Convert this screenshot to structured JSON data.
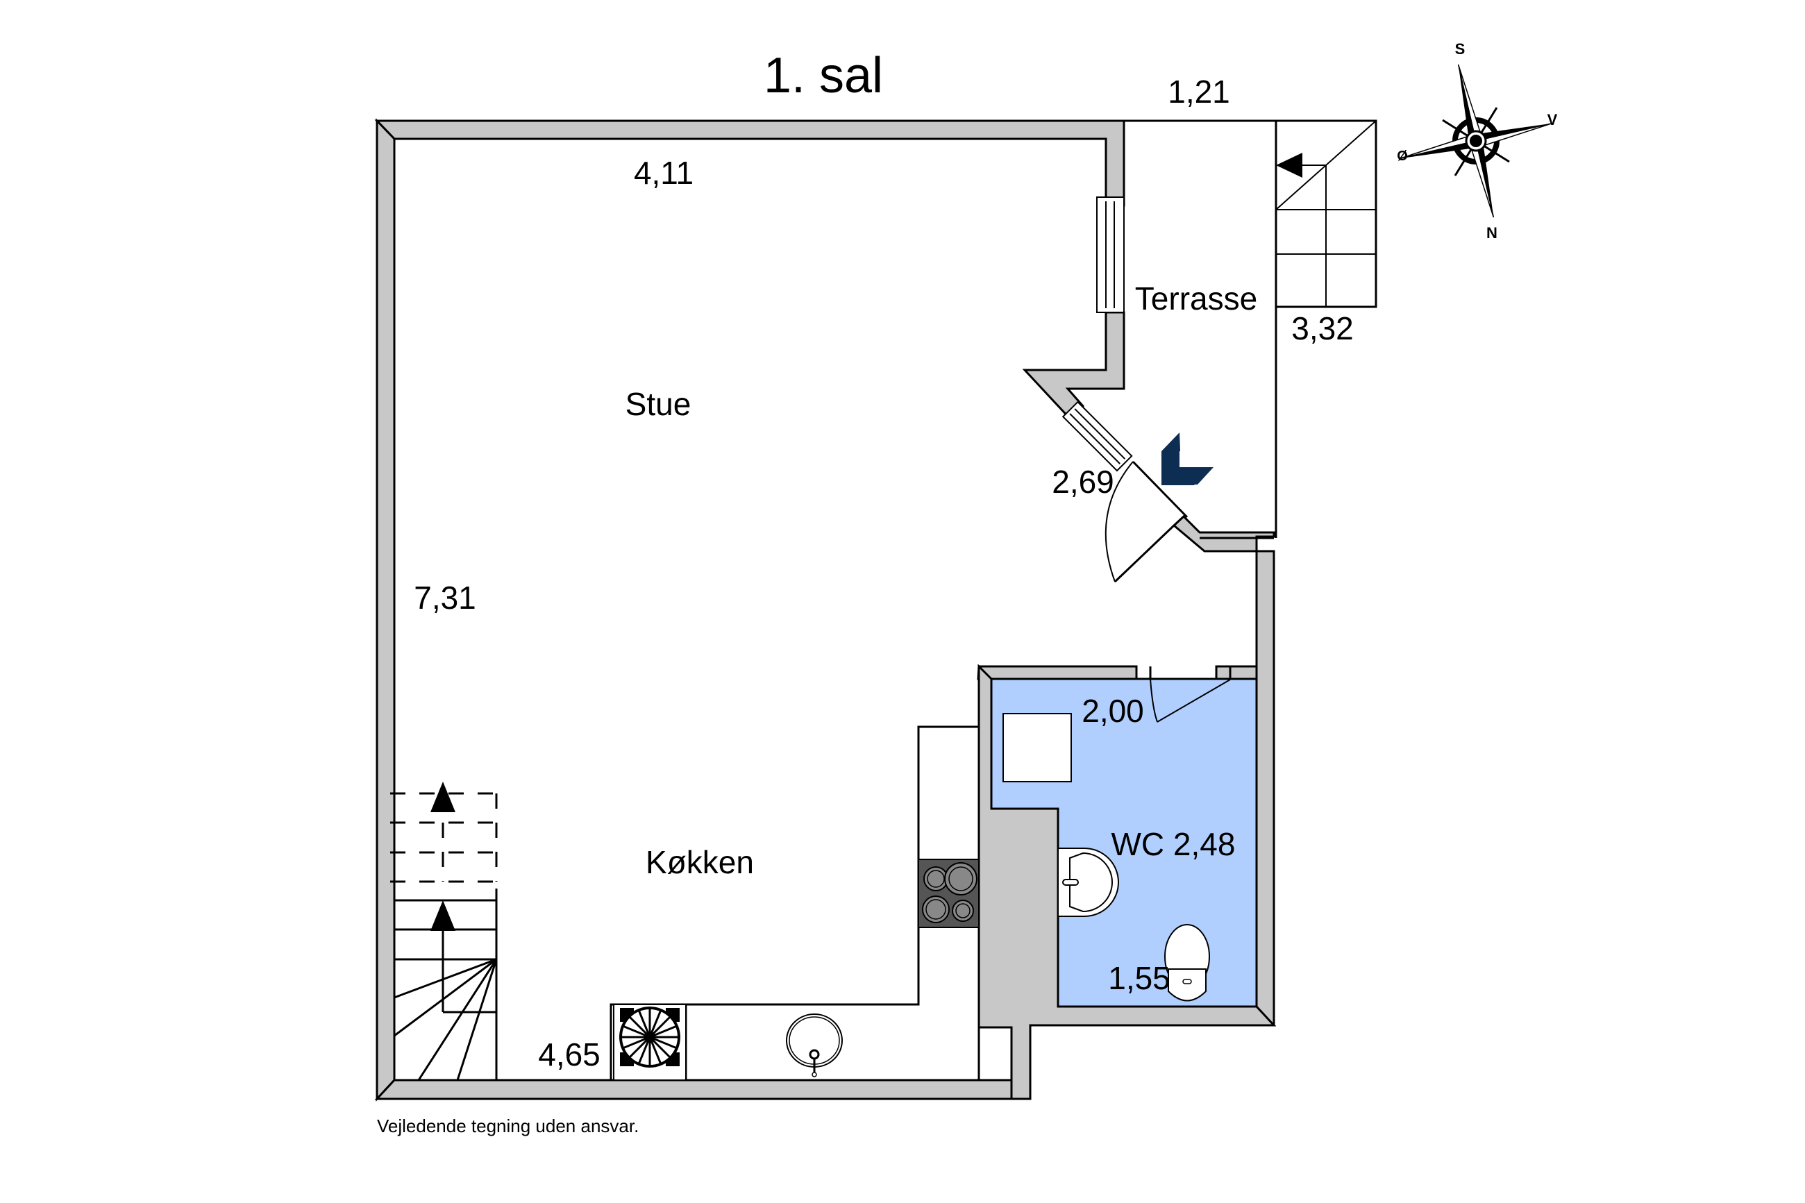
{
  "plan": {
    "title": "1. sal",
    "disclaimer": "Vejledende tegning uden ansvar.",
    "colors": {
      "wall": "#c8c8c8",
      "wc_floor": "#b0cfff",
      "hob": "#555555",
      "hob_burner": "#888888",
      "entry_marker": "#0d2d52"
    },
    "rooms": [
      {
        "name": "Stue",
        "label": "Stue"
      },
      {
        "name": "Køkken",
        "label": "Køkken"
      },
      {
        "name": "Terrasse",
        "label": "Terrasse"
      },
      {
        "name": "WC",
        "label": "WC 2,48"
      }
    ],
    "dimensions": {
      "stue_width": "4,11",
      "terrace_width": "1,21",
      "terrace_depth": "3,32",
      "entry_wall": "2,69",
      "left_length": "7,31",
      "kitchen_width": "4,65",
      "wc_width": "2,00",
      "wc_depth": "1,55"
    },
    "compass": {
      "top": "S",
      "right": "V",
      "bottom": "N",
      "left": "Ø"
    }
  }
}
